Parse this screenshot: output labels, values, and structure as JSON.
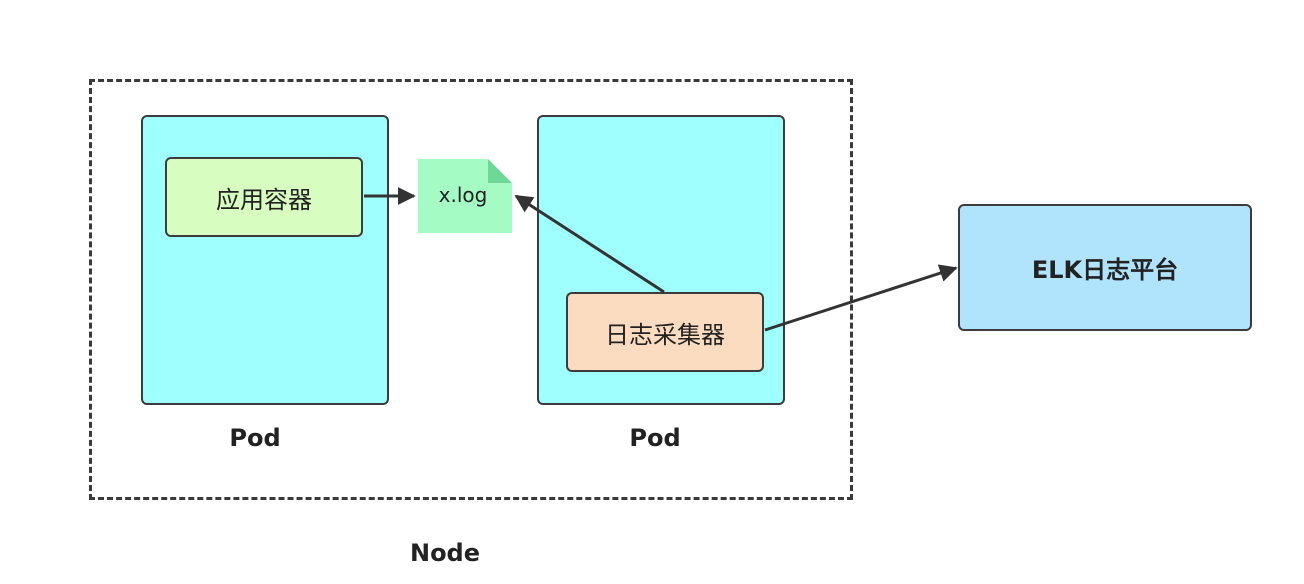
{
  "node": {
    "label": "Node"
  },
  "pods": [
    {
      "label": "Pod"
    },
    {
      "label": "Pod"
    }
  ],
  "app_container": {
    "label": "应用容器"
  },
  "log_file": {
    "label": "x.log"
  },
  "collector": {
    "label": "日志采集器"
  },
  "elk": {
    "label": "ELK日志平台"
  },
  "colors": {
    "pod_fill": "#9ffefe",
    "app_container_fill": "#d7fdc0",
    "log_file_fill": "#a4fcc4",
    "log_file_fold": "#6ed997",
    "collector_fill": "#fbdcc0",
    "elk_fill": "#b0e4fc",
    "stroke": "#3c3c3c"
  }
}
